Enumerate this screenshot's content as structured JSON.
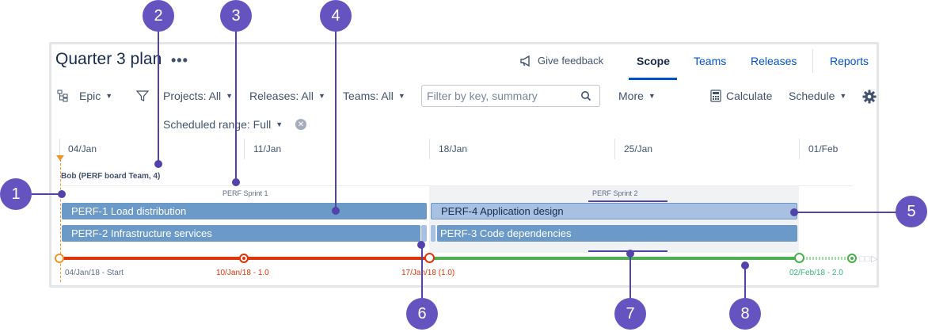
{
  "header": {
    "title": "Quarter 3 plan",
    "more": "•••",
    "feedback": "Give feedback",
    "tabs": [
      {
        "label": "Scope",
        "active": true
      },
      {
        "label": "Teams"
      },
      {
        "label": "Releases"
      },
      {
        "label": "Reports"
      }
    ]
  },
  "toolbar": {
    "hierarchy": "Epic",
    "projects": "Projects: All",
    "releases": "Releases: All",
    "teams": "Teams: All",
    "search_placeholder": "Filter by key, summary",
    "more": "More",
    "calculate": "Calculate",
    "schedule": "Schedule",
    "scheduled_range": "Scheduled range: Full"
  },
  "timeline": {
    "dates": [
      "04/Jan",
      "11/Jan",
      "18/Jan",
      "25/Jan",
      "01/Feb"
    ],
    "team": "Bob (PERF board Team, 4)",
    "sprints": [
      "PERF Sprint 1",
      "PERF Sprint 2"
    ],
    "bars": [
      "PERF-1 Load distribution",
      "PERF-2 Infrastructure services",
      "PERF-4 Application design",
      "PERF-3 Code dependencies"
    ],
    "releases": [
      {
        "label": "04/Jan/18 - Start",
        "color": "#5e6c84"
      },
      {
        "label": "10/Jan/18 - 1.0",
        "color": "#de350b"
      },
      {
        "label": "17/Jan/18 (1.0)",
        "color": "#de350b"
      },
      {
        "label": "02/Feb/18 - 2.0",
        "color": "#36b37e"
      }
    ]
  },
  "callouts": [
    "1",
    "2",
    "3",
    "4",
    "5",
    "6",
    "7",
    "8"
  ],
  "colors": {
    "accent": "#0052cc",
    "bar": "#6b9ac9",
    "callout": "#6554c0",
    "late": "#de350b",
    "on_track": "#36b37e"
  }
}
